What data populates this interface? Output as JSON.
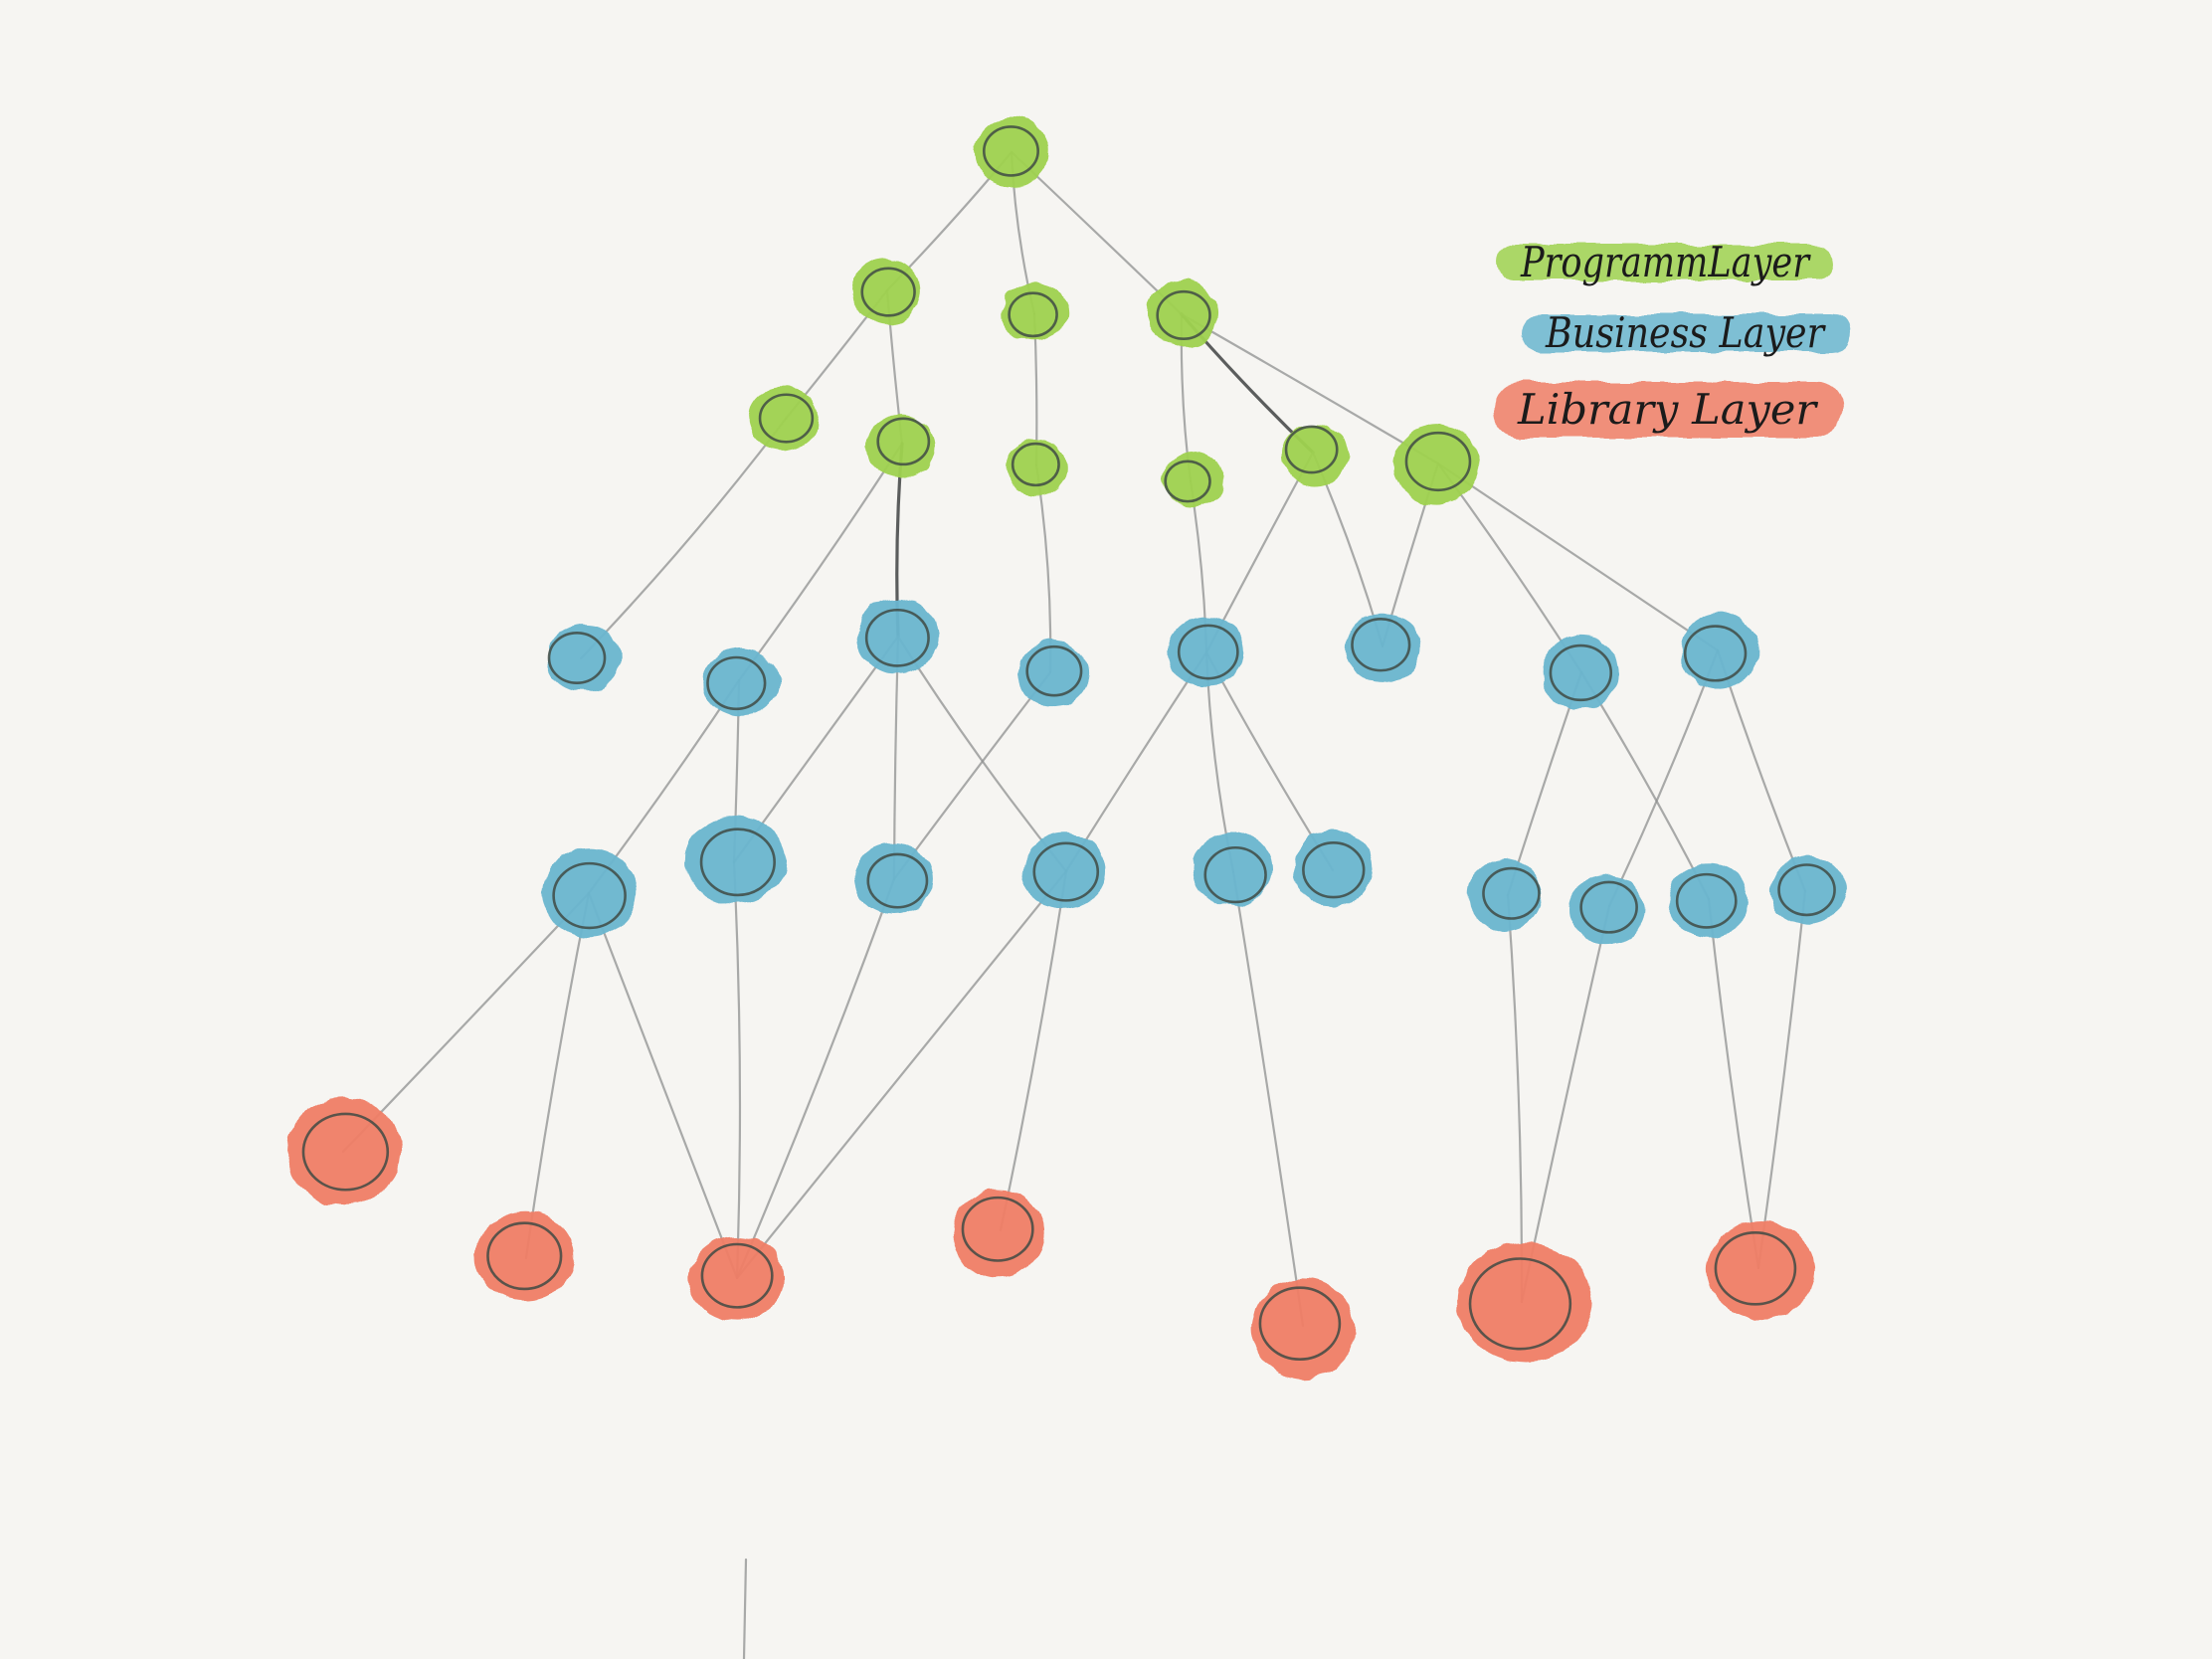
{
  "colors": {
    "program": "#9fd24f",
    "business": "#6bb6cf",
    "library": "#f07e66",
    "background": "#f6f5f2"
  },
  "legend": [
    {
      "id": "program",
      "label": "ProgrammLayer",
      "color": "#9fd24f"
    },
    {
      "id": "business",
      "label": "Business Layer",
      "color": "#6bb6cf"
    },
    {
      "id": "library",
      "label": "Library Layer",
      "color": "#f07e66"
    }
  ],
  "layers": {
    "program": [
      "p0",
      "p1a",
      "p1b",
      "p1c",
      "p2a",
      "p2b",
      "p2c",
      "p2d",
      "p2e",
      "p2f"
    ],
    "business": [
      "b1a",
      "b1b",
      "b1c",
      "b1d",
      "b1e",
      "b1f",
      "b1g",
      "b1h",
      "b2a",
      "b2b",
      "b2c",
      "b2d",
      "b2e",
      "b2f",
      "b2g",
      "b2h",
      "b2i",
      "b2j"
    ],
    "library": [
      "l1",
      "l2",
      "l3",
      "l4",
      "l5",
      "l6",
      "l7"
    ]
  },
  "edges": [
    [
      "p0",
      "p1a"
    ],
    [
      "p0",
      "p1b"
    ],
    [
      "p0",
      "p1c"
    ],
    [
      "p1a",
      "p2a"
    ],
    [
      "p1a",
      "p2b"
    ],
    [
      "p1b",
      "p2c"
    ],
    [
      "p1c",
      "p2d"
    ],
    [
      "p1c",
      "p2e"
    ],
    [
      "p1c",
      "p2f"
    ],
    [
      "p2a",
      "b1a"
    ],
    [
      "p2b",
      "b1b"
    ],
    [
      "p2b",
      "b1c"
    ],
    [
      "p2c",
      "b1d"
    ],
    [
      "p2d",
      "b1e"
    ],
    [
      "p2e",
      "b1e"
    ],
    [
      "p2e",
      "b1f"
    ],
    [
      "p2f",
      "b1f"
    ],
    [
      "p2f",
      "b1g"
    ],
    [
      "p2f",
      "b1h"
    ],
    [
      "b1b",
      "b2a"
    ],
    [
      "b1b",
      "b2b"
    ],
    [
      "b1c",
      "b2b"
    ],
    [
      "b1c",
      "b2c"
    ],
    [
      "b1c",
      "b2d"
    ],
    [
      "b1d",
      "b2c"
    ],
    [
      "b1e",
      "b2d"
    ],
    [
      "b1e",
      "b2e"
    ],
    [
      "b1e",
      "b2f"
    ],
    [
      "b1g",
      "b2g"
    ],
    [
      "b1g",
      "b2i"
    ],
    [
      "b1h",
      "b2h"
    ],
    [
      "b1h",
      "b2j"
    ],
    [
      "b2a",
      "l1"
    ],
    [
      "b2a",
      "l2"
    ],
    [
      "b2a",
      "l3"
    ],
    [
      "b2b",
      "l3"
    ],
    [
      "b2c",
      "l3"
    ],
    [
      "b2d",
      "l3"
    ],
    [
      "b2d",
      "l4"
    ],
    [
      "b2e",
      "l5"
    ],
    [
      "b2g",
      "l6"
    ],
    [
      "b2h",
      "l6"
    ],
    [
      "b2i",
      "l7"
    ],
    [
      "b2j",
      "l7"
    ]
  ]
}
